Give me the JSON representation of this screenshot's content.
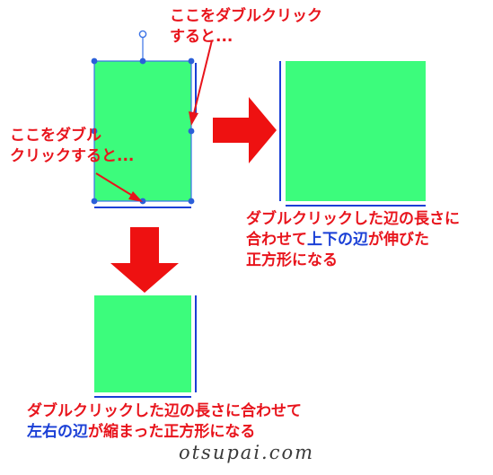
{
  "annotations": {
    "top": [
      "ここをダブルクリック",
      "すると..."
    ],
    "left": [
      "ここをダブル",
      "クリックすると..."
    ],
    "right": {
      "line1": "ダブルクリックした辺の長さに",
      "line2_pre": "合わせて",
      "line2_blue": "上下の辺",
      "line2_post": "が伸びた",
      "line3": "正方形になる"
    },
    "bottom": {
      "line1": "ダブルクリックした辺の長さに合わせて",
      "line2_blue": "左右の辺",
      "line2_post": "が縮まった正方形になる"
    }
  },
  "watermark": "otsupai.com",
  "colors": {
    "shape_fill": "#3cfc7c",
    "edge_line": "#1a3fd6",
    "handle": "#2b5fd9",
    "selection": "#3a72e6",
    "arrow": "#ee1111",
    "annotation_red": "#e8141c",
    "annotation_blue": "#1a3fd6"
  }
}
